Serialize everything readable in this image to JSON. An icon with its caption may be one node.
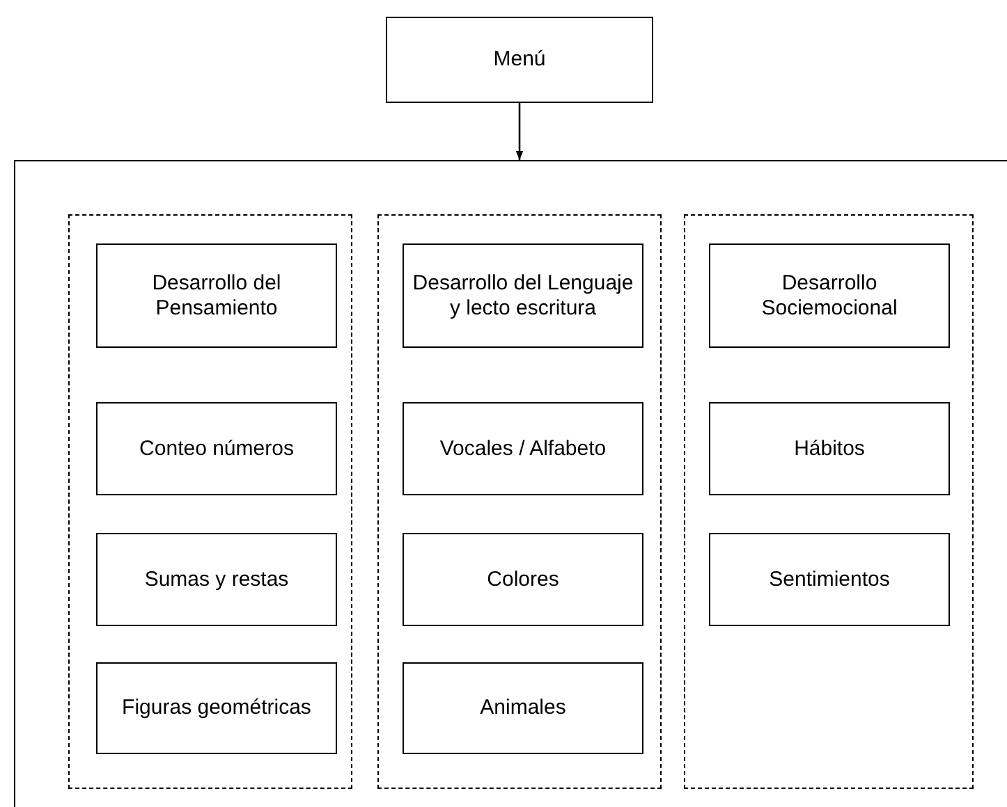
{
  "diagram": {
    "nodes": [
      {
        "text": [
          "Menú"
        ]
      },
      {
        "text": [],
        "shape": "box"
      },
      {
        "text": [],
        "shape": "box",
        "in": 1
      },
      {
        "text": [
          "Desarrollo del Pensamiento"
        ],
        "in": 2
      },
      {
        "text": [
          "Conteo números"
        ],
        "in": 2
      },
      {
        "text": [
          "Sumas y restas"
        ],
        "in": 2
      },
      {
        "text": [
          "Figuras geométricas"
        ],
        "in": 2
      },
      {
        "text": [],
        "shape": "box",
        "in": 1
      },
      {
        "text": [
          "Desarrollo del Lenguaje y lecto escritura"
        ],
        "in": 7
      },
      {
        "text": [
          "Vocales / Alfabeto"
        ],
        "in": 7
      },
      {
        "text": [
          "Colores"
        ],
        "in": 7
      },
      {
        "text": [
          "Animales"
        ],
        "in": 7
      },
      {
        "text": [],
        "shape": "box",
        "in": 1
      },
      {
        "text": [
          "Desarrollo Sociemocional"
        ],
        "in": 12
      },
      {
        "text": [
          "Hábitos"
        ],
        "in": 12
      },
      {
        "text": [
          "Sentimientos"
        ],
        "in": 12
      }
    ],
    "edges": [
      {
        "from": 0,
        "to": 1,
        "arrow": "to"
      }
    ]
  }
}
